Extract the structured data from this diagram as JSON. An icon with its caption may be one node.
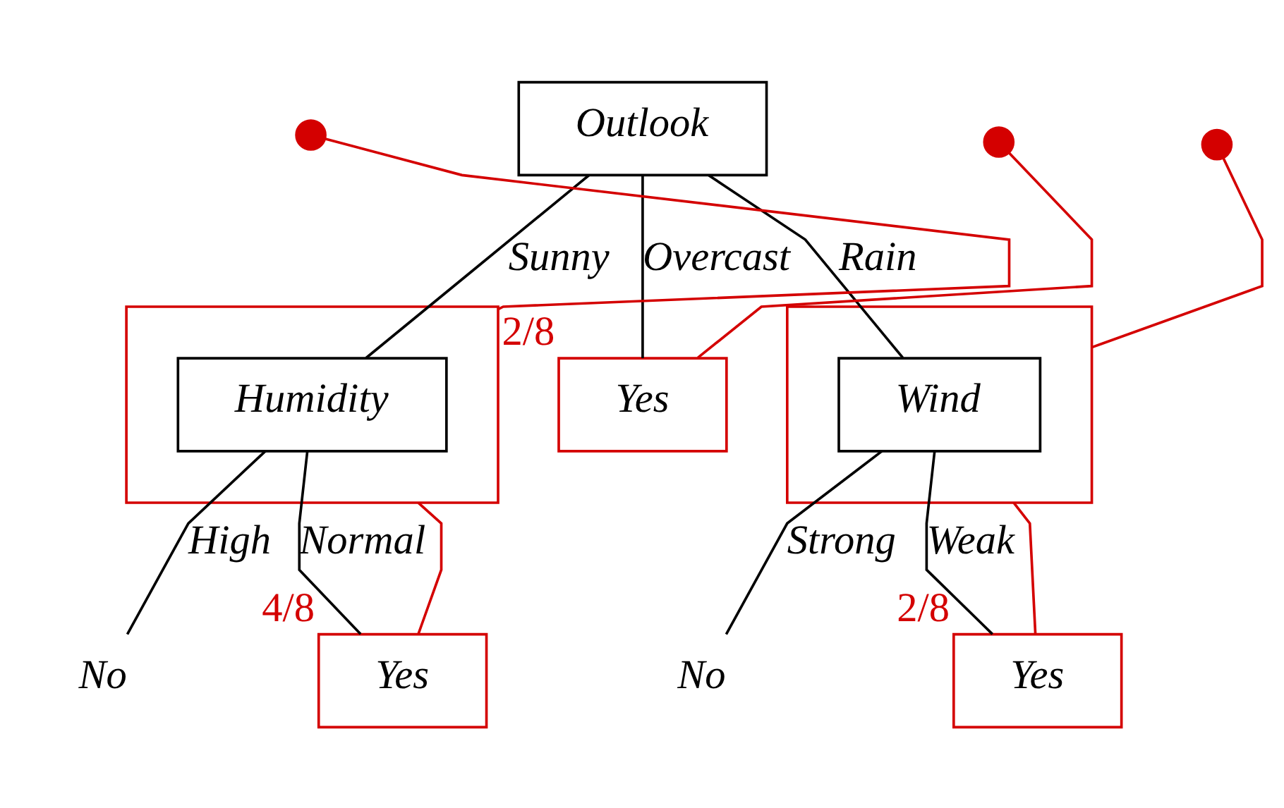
{
  "diagram": {
    "nodes": [
      {
        "text": [
          "Outlook"
        ]
      },
      {
        "text": [],
        "shape": "box"
      },
      {
        "text": [
          "Humidity"
        ],
        "in": 1
      },
      {
        "text": [
          "Yes"
        ],
        "beside": [
          "2/8"
        ]
      },
      {
        "text": [],
        "shape": "box"
      },
      {
        "text": [
          "Wind"
        ],
        "in": 4
      },
      {
        "text": [
          "No"
        ]
      },
      {
        "text": [
          "Yes"
        ],
        "beside": [
          "4/8"
        ]
      },
      {
        "text": [
          "No"
        ]
      },
      {
        "text": [
          "Yes"
        ],
        "beside": [
          "2/8"
        ]
      }
    ],
    "edges": [
      {
        "from": 0,
        "to": 2,
        "arrow": "none",
        "label": "Sunny"
      },
      {
        "from": 0,
        "to": 3,
        "arrow": "none",
        "label": "Overcast"
      },
      {
        "from": 0,
        "to": 5,
        "arrow": "none",
        "label": "Rain"
      },
      {
        "from": 2,
        "to": 6,
        "arrow": "none",
        "label": "High"
      },
      {
        "from": 2,
        "to": 7,
        "arrow": "none",
        "label": "Normal"
      },
      {
        "from": 5,
        "to": 8,
        "arrow": "none",
        "label": "Strong"
      },
      {
        "from": 5,
        "to": 9,
        "arrow": "none",
        "label": "Weak"
      },
      {
        "from": 1,
        "to": null,
        "arrow": "other",
        "color": "#d40000"
      },
      {
        "from": 3,
        "to": null,
        "arrow": "other",
        "color": "#d40000"
      },
      {
        "from": 4,
        "to": null,
        "arrow": "other",
        "color": "#d40000"
      },
      {
        "from": 1,
        "to": 7,
        "arrow": "none",
        "color": "#d40000"
      },
      {
        "from": 4,
        "to": 9,
        "arrow": "none",
        "color": "#d40000"
      }
    ]
  }
}
